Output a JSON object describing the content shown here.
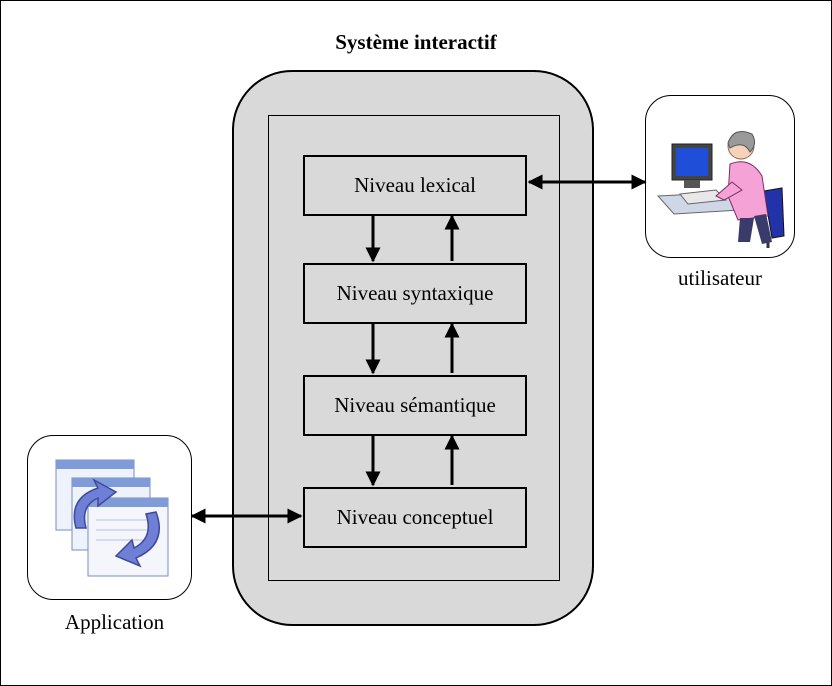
{
  "title": "Système interactif",
  "levels": [
    "Niveau lexical",
    "Niveau syntaxique",
    "Niveau sémantique",
    "Niveau conceptuel"
  ],
  "user_label": "utilisateur",
  "app_label": "Application",
  "colors": {
    "system_fill": "#d9d9d9",
    "border": "#000000",
    "monitor_screen": "#1f4fd8",
    "user_shirt": "#f5a3d6",
    "user_hair": "#9a9a9a",
    "app_arrow": "#6f7fd6"
  },
  "icons": {
    "user": "computer-user-icon",
    "application": "application-cycle-icon"
  }
}
